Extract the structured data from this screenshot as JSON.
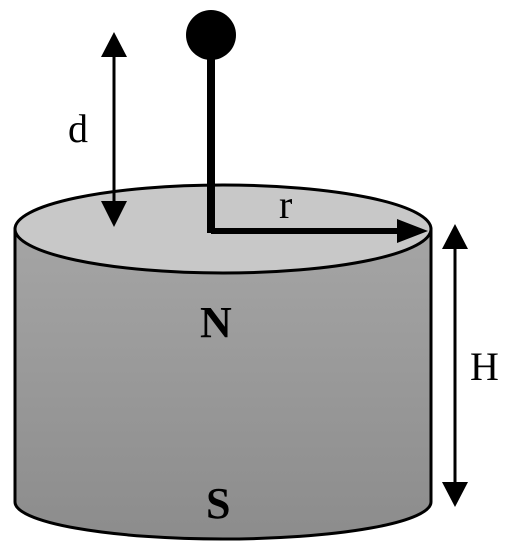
{
  "labels": {
    "distance": "d",
    "radius": "r",
    "height": "H",
    "north_pole": "N",
    "south_pole": "S"
  },
  "colors": {
    "cylinder_side": "#9a9a9a",
    "cylinder_top": "#c8c8c8",
    "outline": "#000000",
    "probe": "#000000",
    "arrows": "#000000"
  },
  "icons": {
    "probe_tip": "ball-probe-icon",
    "arrows": "double-headed-arrow-icon"
  }
}
